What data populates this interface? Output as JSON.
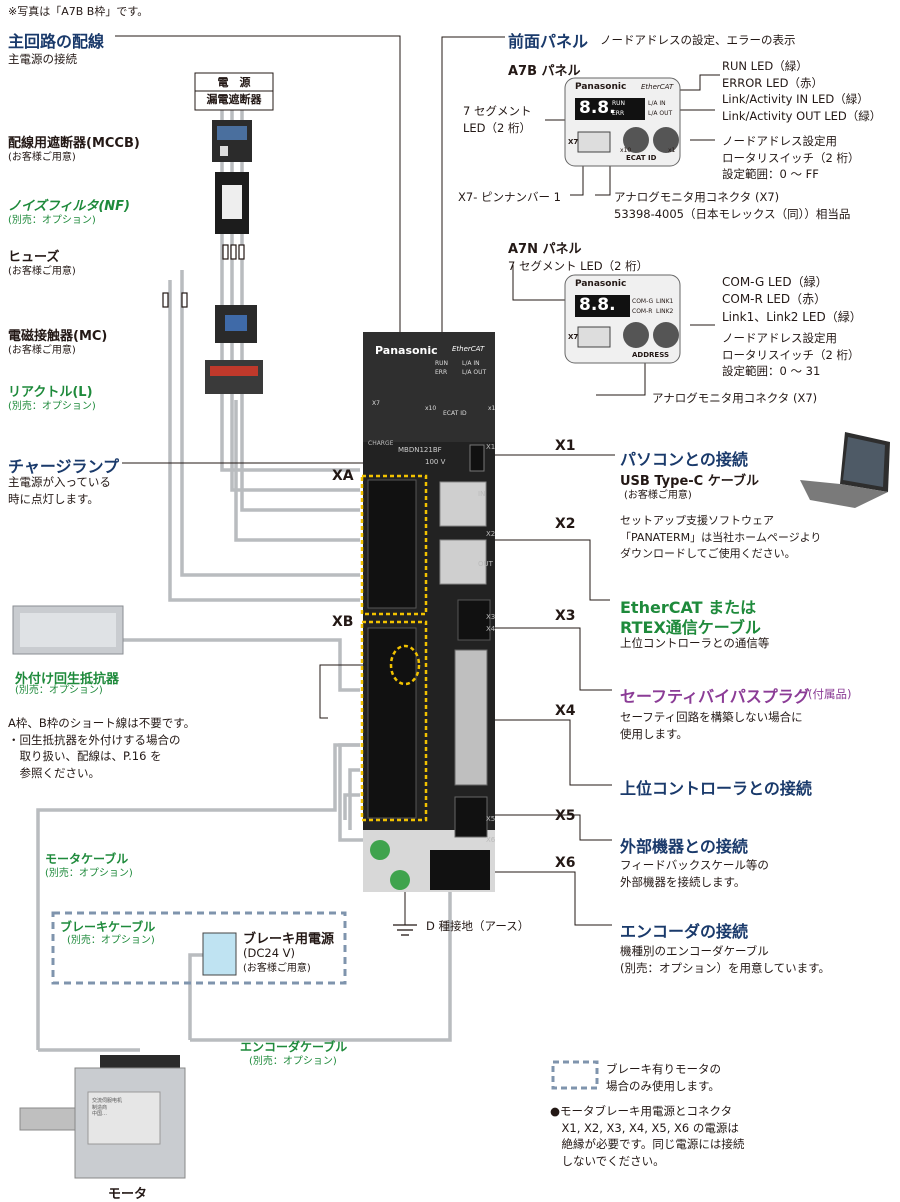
{
  "colors": {
    "navy": "#1a3a6b",
    "green": "#1e8a3b",
    "purple": "#8b3c96",
    "line": "#231815",
    "wire": "#b9bcbf",
    "dash": "#7f94ad",
    "yellow": "#f2c200",
    "drive": "#222"
  },
  "note_top": "※写真は「A7B B枠」です。",
  "main_circuit": {
    "title": "主回路の配線",
    "sub": "主電源の接続"
  },
  "power_box": {
    "line1": "電　源",
    "line2": "漏電遮断器"
  },
  "mccb": {
    "title": "配線用遮断器(MCCB)",
    "sub": "(お客様ご用意)"
  },
  "nf": {
    "title": "ノイズフィルタ(NF)",
    "sub": "(別売：オプション)"
  },
  "fuse": {
    "title": "ヒューズ",
    "sub": "(お客様ご用意)"
  },
  "mc": {
    "title": "電磁接触器(MC)",
    "sub": "(お客様ご用意)"
  },
  "reactor": {
    "title": "リアクトル(L)",
    "sub": "(別売：オプション)"
  },
  "charge": {
    "title": "チャージランプ",
    "sub": "主電源が入っている\n時に点灯します。"
  },
  "regen": {
    "title": "外付け回生抵抗器",
    "sub": "(別売：オプション)"
  },
  "short_note": "A枠、B枠のショート線は不要です。\n・回生抵抗器を外付けする場合の\n　取り扱い、配線は、P.16 を\n　参照ください。",
  "motor_cable": {
    "title": "モータケーブル",
    "sub": "(別売：オプション)"
  },
  "brake_cable": {
    "title": "ブレーキケーブル",
    "sub": "(別売：オプション)"
  },
  "brake_power": {
    "title": "ブレーキ用電源",
    "sub1": "(DC24 V)",
    "sub2": "(お客様ご用意)"
  },
  "encoder_cable": {
    "title": "エンコーダケーブル",
    "sub": "(別売：オプション)"
  },
  "motor": {
    "label": "モータ",
    "nameplate": "交流伺服电机\n制造商\n中国…"
  },
  "front_panel": {
    "title": "前面パネル",
    "sub": "ノードアドレスの設定、エラーの表示"
  },
  "a7b": {
    "title": "A7B パネル",
    "seg_label": "7 セグメント\nLED（2 桁）",
    "leds": "RUN LED（緑）\nERROR LED（赤）\nLink/Activity IN LED（緑）\nLink/Activity OUT LED（緑）",
    "rotary": "ノードアドレス設定用\nロータリスイッチ（2 桁）\n設定範囲：0 ～ FF",
    "x7pin": "X7- ピンナンバー 1",
    "monitor": "アナログモニタ用コネクタ (X7)\n53398-4005（日本モレックス（同））相当品",
    "brand": "Panasonic",
    "ecat": "EtherCAT",
    "seg": "8.8.",
    "led_run": "RUN",
    "led_err": "ERR",
    "led_in": "L/A IN",
    "led_out": "L/A OUT",
    "x10": "x10",
    "x1": "x1",
    "ecat_id": "ECAT ID",
    "x7": "X7"
  },
  "a7n": {
    "title": "A7N パネル",
    "seg_label": "7 セグメント LED（2 桁）",
    "leds": "COM-G LED（緑）\nCOM-R LED（赤）\nLink1、Link2 LED（緑）",
    "rotary": "ノードアドレス設定用\nロータリスイッチ（2 桁）\n設定範囲：0 ～ 31",
    "monitor": "アナログモニタ用コネクタ (X7)",
    "brand": "Panasonic",
    "seg": "8.8.",
    "com_g": "COM-G",
    "com_r": "COM-R",
    "link1": "LINK1",
    "link2": "LINK2",
    "address": "ADDRESS",
    "x7": "X7"
  },
  "drive": {
    "brand": "Panasonic",
    "ecat": "EtherCAT",
    "run": "RUN",
    "err": "ERR",
    "la_in": "L/A IN",
    "la_out": "L/A OUT",
    "ecat_id": "ECAT ID",
    "x10": "x10",
    "x1": "x1",
    "model": "MBDN121BF",
    "volt": "100 V",
    "charge": "CHARGE",
    "x7": "X7",
    "in": "IN",
    "out": "OUT",
    "x1p": "X1",
    "x2p": "X2",
    "x3p": "X3",
    "x4p": "X4",
    "x5p": "X5",
    "x6p": "X6"
  },
  "ports": {
    "xa": "XA",
    "xb": "XB",
    "x1": "X1",
    "x2": "X2",
    "x3": "X3",
    "x4": "X4",
    "x5": "X5",
    "x6": "X6"
  },
  "pc": {
    "title": "パソコンとの接続",
    "cable": "USB Type-C ケーブル",
    "cable_sub": "(お客様ご用意)",
    "note": "セットアップ支援ソフトウェア\n「PANATERM」は当社ホームページより\nダウンロードしてご使用ください。"
  },
  "ethercat": {
    "title1": "EtherCAT または",
    "title2": "RTEX通信ケーブル",
    "sub": "上位コントローラとの通信等"
  },
  "safety": {
    "title": "セーフティバイパスプラグ",
    "suffix": "(付属品)",
    "sub": "セーフティ回路を構築しない場合に\n使用します。"
  },
  "upper": {
    "title": "上位コントローラとの接続"
  },
  "external": {
    "title": "外部機器との接続",
    "sub": "フィードバックスケール等の\n外部機器を接続します。"
  },
  "encoder": {
    "title": "エンコーダの接続",
    "sub": "機種別のエンコーダケーブル\n(別売：オプション）を用意しています。"
  },
  "ground": "D 種接地（アース）",
  "legend_dashed": "ブレーキ有りモータの\n場合のみ使用します。",
  "legend_note": "●モータブレーキ用電源とコネクタ\n　X1, X2, X3, X4, X5, X6 の電源は\n　絶縁が必要です。同じ電源には接続\n　しないでください。"
}
